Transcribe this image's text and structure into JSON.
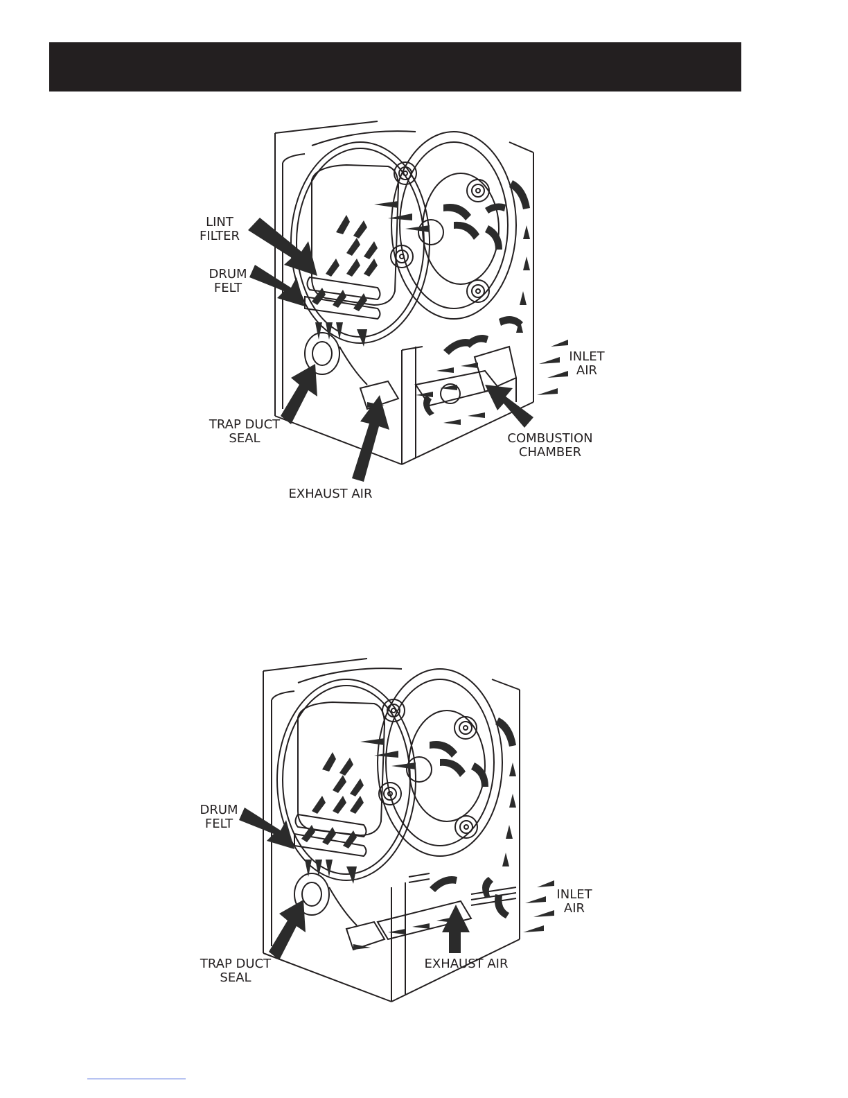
{
  "colors": {
    "header": "#231f20",
    "ink": "#231f20",
    "arrow": "#2b2b2b",
    "footer_link": "#3b5bdb"
  },
  "diagram_top": {
    "labels": {
      "lint_filter": [
        "LINT",
        "FILTER"
      ],
      "drum_felt": [
        "DRUM",
        "FELT"
      ],
      "inlet_air": [
        "INLET",
        "AIR"
      ],
      "trap_duct_seal": [
        "TRAP DUCT",
        "SEAL"
      ],
      "combustion_chamber": [
        "COMBUSTION",
        "CHAMBER"
      ],
      "exhaust_air": [
        "EXHAUST AIR"
      ]
    }
  },
  "diagram_bottom": {
    "labels": {
      "drum_felt": [
        "DRUM",
        "FELT"
      ],
      "inlet_air": [
        "INLET",
        "AIR"
      ],
      "trap_duct_seal": [
        "TRAP DUCT",
        "SEAL"
      ],
      "exhaust_air": [
        "EXHAUST AIR"
      ]
    }
  }
}
